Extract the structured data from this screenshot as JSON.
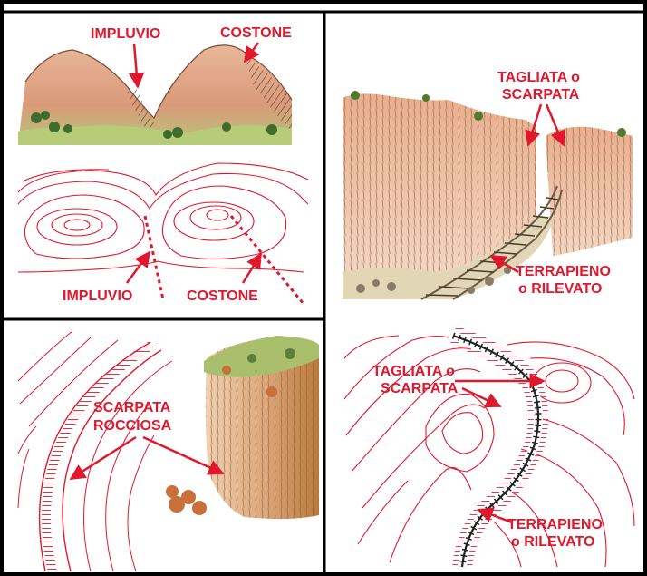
{
  "colors": {
    "label": "#e0182d",
    "contour": "#e0182d",
    "border": "#000000",
    "track": "#222222"
  },
  "panels": {
    "top_left": {
      "illustration_labels": {
        "impluvio": "IMPLUVIO",
        "costone": "COSTONE"
      },
      "map_labels": {
        "impluvio": "IMPLUVIO",
        "costone": "COSTONE"
      }
    },
    "bottom_left": {
      "label_line1": "SCARPATA",
      "label_line2": "ROCCIOSA"
    },
    "top_right": {
      "tagliata_line1": "TAGLIATA o",
      "tagliata_line2": "SCARPATA",
      "terrapieno_line1": "TERRAPIENO",
      "terrapieno_line2": "o RILEVATO"
    },
    "bottom_right": {
      "tagliata_line1": "TAGLIATA o",
      "tagliata_line2": "SCARPATA",
      "terrapieno_line1": "TERRAPIENO",
      "terrapieno_line2": "o RILEVATO"
    }
  },
  "icons": [
    "ridge-hill-illustration",
    "railway-cut-illustration",
    "rock-cliff-illustration",
    "railway-track-icon"
  ]
}
